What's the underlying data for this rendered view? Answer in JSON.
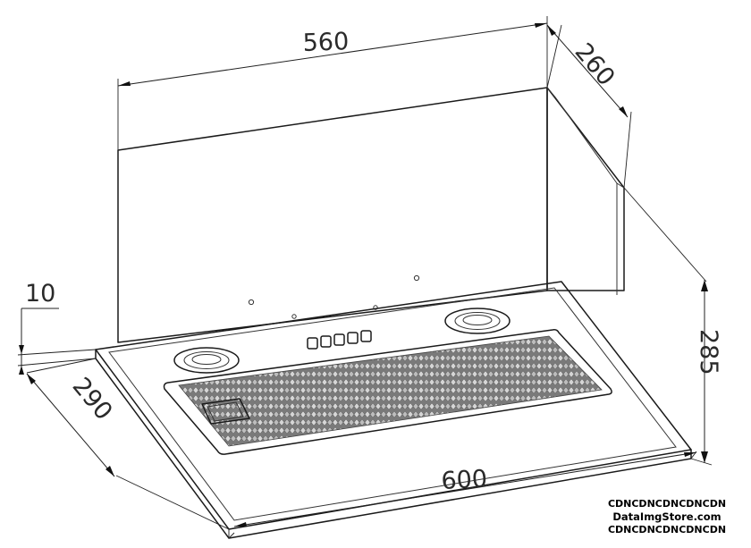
{
  "dimensions": {
    "top_width": "560",
    "top_depth": "260",
    "height": "285",
    "bottom_width": "600",
    "bottom_depth": "290",
    "panel_thickness": "10"
  },
  "watermark": {
    "line1_parts": [
      "CDN",
      "CDN",
      "CDN",
      "CDN",
      "CDN"
    ],
    "line2": "DataImgStore.com",
    "line3_parts": [
      "CDN",
      "CDN",
      "CDN",
      "CDN",
      "CDN"
    ]
  }
}
